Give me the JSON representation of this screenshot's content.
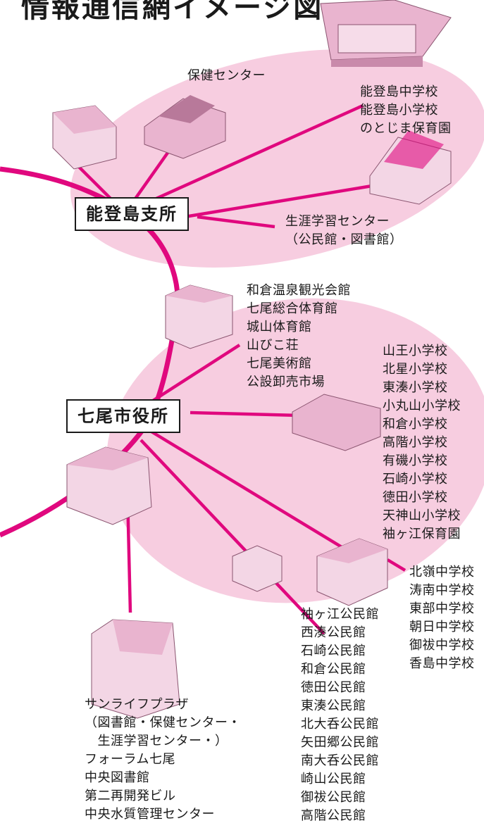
{
  "title": "情報通信網イメージ図",
  "colors": {
    "accent": "#e0087e",
    "area": "#f7cde0",
    "building": "#e9b4cf"
  },
  "hubs": {
    "notojima": "能登島支所",
    "nanao": "七尾市役所"
  },
  "labels": {
    "hoken_center": [
      "保健センター"
    ],
    "notojima_schools": [
      "能登島中学校",
      "能登島小学校",
      "のとじま保育園"
    ],
    "shogai_center": [
      "生涯学習センター",
      "（公民館・図書館）"
    ],
    "facilities": [
      "和倉温泉観光会館",
      "七尾総合体育館",
      "城山体育館",
      "山びこ荘",
      "七尾美術館",
      "公設卸売市場"
    ],
    "elementary": [
      "山王小学校",
      "北星小学校",
      "東湊小学校",
      "小丸山小学校",
      "和倉小学校",
      "高階小学校",
      "有磯小学校",
      "石崎小学校",
      "徳田小学校",
      "天神山小学校",
      "袖ヶ江保育園"
    ],
    "junior_high": [
      "北嶺中学校",
      "涛南中学校",
      "東部中学校",
      "朝日中学校",
      "御祓中学校",
      "香島中学校"
    ],
    "kominkan": [
      "袖ヶ江公民館",
      "西湊公民館",
      "石崎公民館",
      "和倉公民館",
      "徳田公民館",
      "東湊公民館",
      "北大呑公民館",
      "矢田郷公民館",
      "南大呑公民館",
      "崎山公民館",
      "御祓公民館",
      "高階公民館"
    ],
    "sunlife": [
      "サンライフプラザ",
      "（図書館・保健センター・",
      "　生涯学習センター・）",
      "フォーラム七尾",
      "中央図書館",
      "第二再開発ビル",
      "中央水質管理センター"
    ]
  }
}
